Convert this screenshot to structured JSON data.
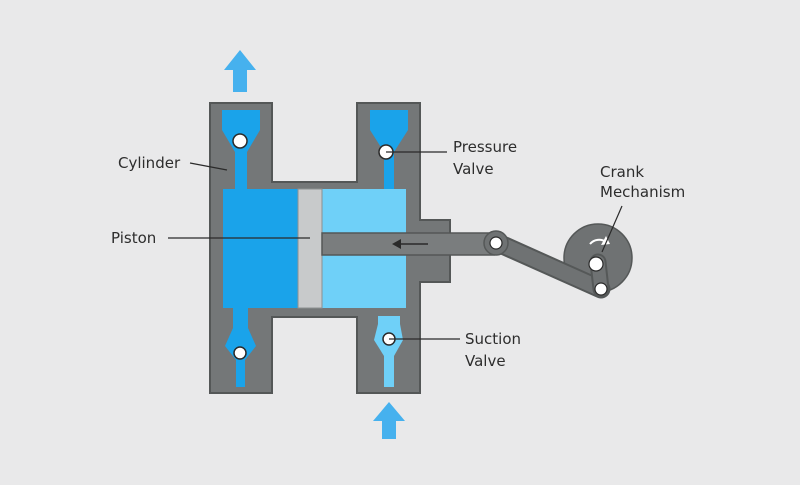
{
  "labels": {
    "cylinder": "Cylinder",
    "piston": "Piston",
    "pressure_valve_line1": "Pressure",
    "pressure_valve_line2": "Valve",
    "suction_valve_line1": "Suction",
    "suction_valve_line2": "Valve",
    "crank_line1": "Crank",
    "crank_line2": "Mechanism"
  },
  "colors": {
    "background": "#e9e9ea",
    "cylinder_wall": "#747778",
    "wall_stroke": "#545757",
    "fluid_dark": "#1aa3ea",
    "fluid_light": "#6fd0f8",
    "piston": "#c8cacb",
    "flow_arrow": "#46b1ee",
    "text": "#2d2d2d"
  },
  "icons": {
    "outlet_arrow": "arrow-up-icon",
    "inlet_arrow": "arrow-up-icon",
    "stroke_direction": "arrow-left-icon",
    "crank_rotation": "rotation-arrow-icon"
  }
}
